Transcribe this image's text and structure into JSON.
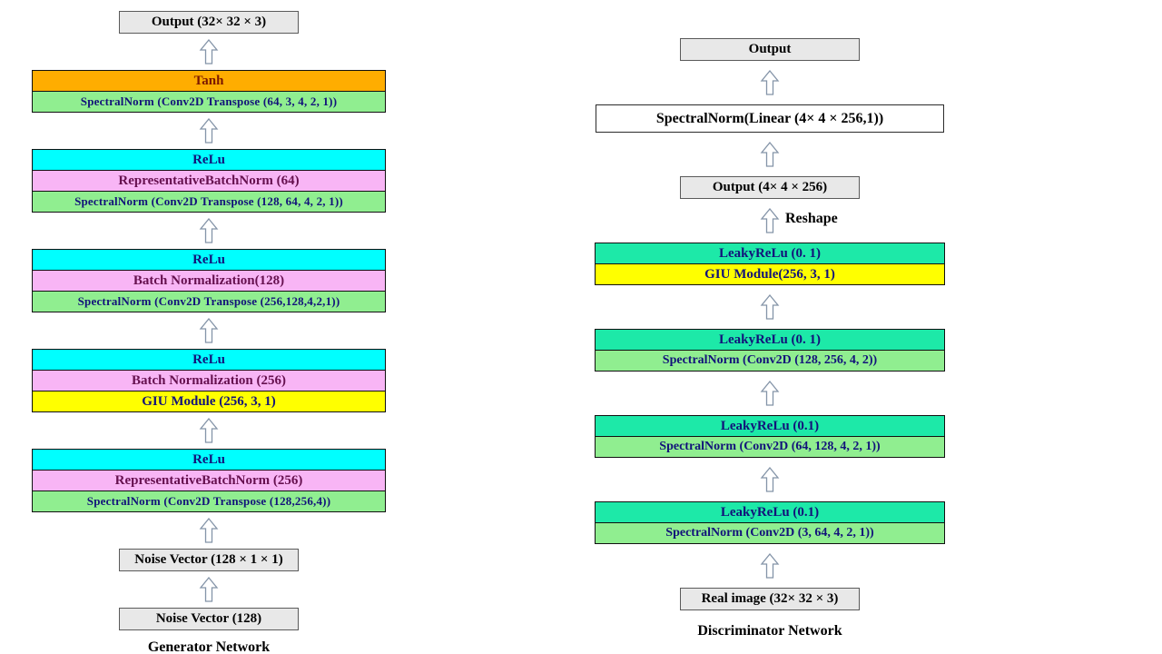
{
  "colors": {
    "cyan": "#00ffff",
    "spring_green": "#1de9a8",
    "pale_green": "#90ee90",
    "pink": "#f8b5f5",
    "orange": "#ffad00",
    "yellow": "#ffff00",
    "gray_fill": "#e8e8e8",
    "navy_text": "#12127a",
    "maroon_text": "#7b1800",
    "purple_text": "#66104f",
    "black_text": "#000000",
    "arrow_outline": "#8494a8"
  },
  "generator": {
    "items": [
      {
        "type": "box",
        "variant": "gray",
        "text": "Output (32× 32 × 3)"
      },
      {
        "type": "arrow"
      },
      {
        "type": "block",
        "rows": [
          {
            "text": "Tanh",
            "bg": "orange",
            "fg": "maroon_text"
          },
          {
            "text": "SpectralNorm  (Conv2D Transpose (64, 3, 4, 2, 1))",
            "bg": "pale_green",
            "fg": "navy_text"
          }
        ]
      },
      {
        "type": "arrow"
      },
      {
        "type": "block",
        "rows": [
          {
            "text": "ReLu",
            "bg": "cyan",
            "fg": "navy_text"
          },
          {
            "text": "RepresentativeBatchNorm (64)",
            "bg": "pink",
            "fg": "purple_text"
          },
          {
            "text": "SpectralNorm  (Conv2D Transpose (128, 64, 4, 2, 1))",
            "bg": "pale_green",
            "fg": "navy_text"
          }
        ]
      },
      {
        "type": "arrow"
      },
      {
        "type": "block",
        "rows": [
          {
            "text": "ReLu",
            "bg": "cyan",
            "fg": "navy_text"
          },
          {
            "text": "Batch Normalization(128)",
            "bg": "pink",
            "fg": "purple_text"
          },
          {
            "text": "SpectralNorm (Conv2D Transpose (256,128,4,2,1))",
            "bg": "pale_green",
            "fg": "navy_text"
          }
        ]
      },
      {
        "type": "arrow"
      },
      {
        "type": "block",
        "rows": [
          {
            "text": "ReLu",
            "bg": "cyan",
            "fg": "navy_text"
          },
          {
            "text": "Batch Normalization (256)",
            "bg": "pink",
            "fg": "purple_text"
          },
          {
            "text": "GIU Module (256, 3, 1)",
            "bg": "yellow",
            "fg": "navy_text"
          }
        ]
      },
      {
        "type": "arrow"
      },
      {
        "type": "block",
        "rows": [
          {
            "text": "ReLu",
            "bg": "cyan",
            "fg": "navy_text"
          },
          {
            "text": "RepresentativeBatchNorm (256)",
            "bg": "pink",
            "fg": "purple_text"
          },
          {
            "text": "SpectralNorm  (Conv2D Transpose (128,256,4))",
            "bg": "pale_green",
            "fg": "navy_text"
          }
        ]
      },
      {
        "type": "arrow"
      },
      {
        "type": "box",
        "variant": "gray",
        "text": "Noise Vector (128 × 1 × 1)"
      },
      {
        "type": "arrow"
      },
      {
        "type": "box",
        "variant": "gray",
        "text": "Noise Vector (128)"
      },
      {
        "type": "caption",
        "text": "Generator Network"
      }
    ]
  },
  "discriminator": {
    "items": [
      {
        "type": "box",
        "variant": "gray",
        "text": "Output"
      },
      {
        "type": "arrow"
      },
      {
        "type": "box",
        "variant": "white",
        "text": "SpectralNorm(Linear (4× 4 × 256,1))"
      },
      {
        "type": "arrow"
      },
      {
        "type": "box",
        "variant": "gray",
        "text": "Output (4× 4 × 256)"
      },
      {
        "type": "arrow",
        "label": "Reshape"
      },
      {
        "type": "block",
        "rows": [
          {
            "text": "LeakyReLu (0. 1)",
            "bg": "spring_green",
            "fg": "navy_text"
          },
          {
            "text": "GIU Module(256, 3, 1)",
            "bg": "yellow",
            "fg": "navy_text"
          }
        ]
      },
      {
        "type": "arrow"
      },
      {
        "type": "block",
        "rows": [
          {
            "text": "LeakyReLu (0. 1)",
            "bg": "spring_green",
            "fg": "navy_text"
          },
          {
            "text": "SpectralNorm (Conv2D (128, 256, 4, 2))",
            "bg": "pale_green",
            "fg": "navy_text"
          }
        ]
      },
      {
        "type": "arrow"
      },
      {
        "type": "block",
        "rows": [
          {
            "text": "LeakyReLu (0.1)",
            "bg": "spring_green",
            "fg": "navy_text"
          },
          {
            "text": "SpectralNorm (Conv2D (64, 128, 4, 2, 1))",
            "bg": "pale_green",
            "fg": "navy_text"
          }
        ]
      },
      {
        "type": "arrow"
      },
      {
        "type": "block",
        "rows": [
          {
            "text": "LeakyReLu (0.1)",
            "bg": "spring_green",
            "fg": "navy_text"
          },
          {
            "text": "SpectralNorm (Conv2D (3, 64, 4, 2, 1))",
            "bg": "pale_green",
            "fg": "navy_text"
          }
        ]
      },
      {
        "type": "arrow"
      },
      {
        "type": "box",
        "variant": "gray",
        "text": "Real image (32× 32 × 3)"
      },
      {
        "type": "caption",
        "text": "Discriminator Network"
      }
    ]
  }
}
